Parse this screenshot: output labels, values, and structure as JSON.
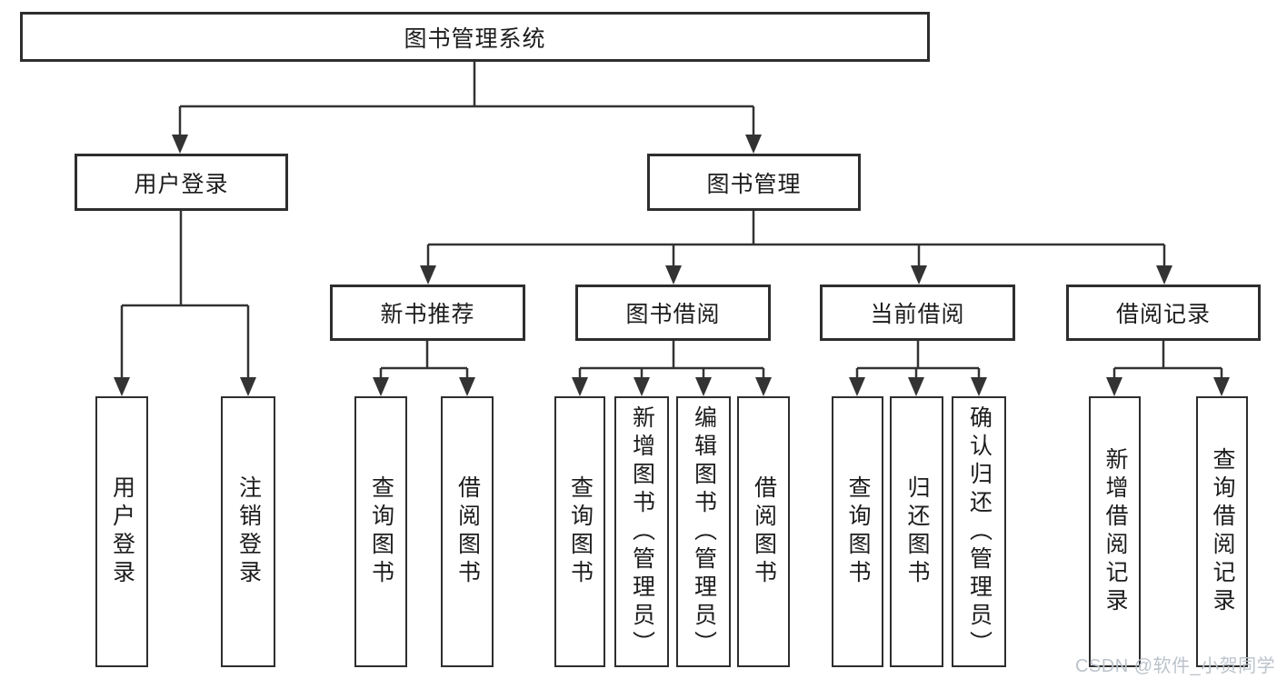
{
  "diagram": {
    "title": "图书管理系统",
    "type": "hierarchy-tree"
  },
  "colors": {
    "line": "#333333",
    "box_border": "#2e2e2e",
    "text": "#1c1c1c",
    "background": "#ffffff",
    "watermark": "#bcc3cb"
  },
  "nodes": {
    "root": {
      "label": "图书管理系统"
    },
    "user_login": {
      "label": "用户登录"
    },
    "book_mgmt": {
      "label": "图书管理"
    },
    "new_book_rec": {
      "label": "新书推荐"
    },
    "book_borrow": {
      "label": "图书借阅"
    },
    "current_borrow": {
      "label": "当前借阅"
    },
    "borrow_records": {
      "label": "借阅记录"
    },
    "leaf_user_login": {
      "label": "用户登录"
    },
    "leaf_logout": {
      "label": "注销登录"
    },
    "leaf_query_book_rec": {
      "label": "查询图书"
    },
    "leaf_borrow_book_rec": {
      "label": "借阅图书"
    },
    "leaf_query_book_borrow": {
      "label": "查询图书"
    },
    "leaf_add_book": {
      "label": "新增图书（管理员）"
    },
    "leaf_edit_book": {
      "label": "编辑图书（管理员）"
    },
    "leaf_borrow_book": {
      "label": "借阅图书"
    },
    "leaf_query_book_current": {
      "label": "查询图书"
    },
    "leaf_return_book": {
      "label": "归还图书"
    },
    "leaf_confirm_return": {
      "label": "确认归还（管理员）"
    },
    "leaf_add_borrow_record": {
      "label": "新增借阅记录"
    },
    "leaf_query_borrow_record": {
      "label": "查询借阅记录"
    }
  },
  "watermark": {
    "text": "CSDN @软件_小贺同学"
  }
}
